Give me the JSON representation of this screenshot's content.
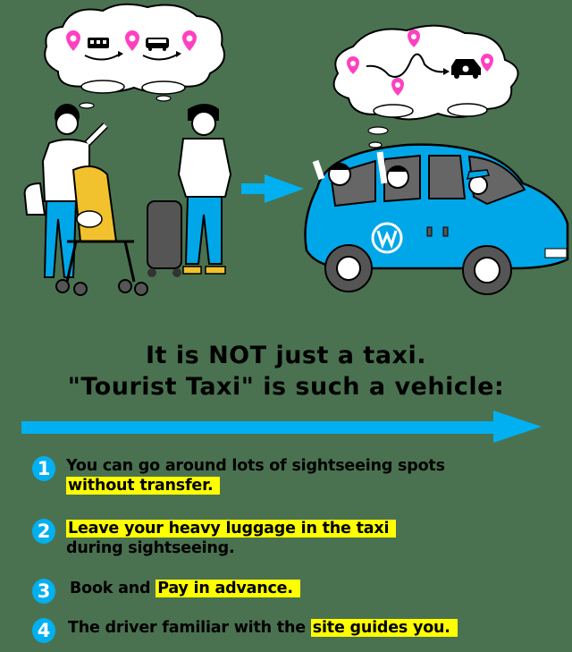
{
  "colors": {
    "background": "#4a7250",
    "accent_blue": "#00b0f0",
    "highlight_yellow": "#ffff00",
    "pin_pink": "#ff40c0",
    "stroller_yellow": "#f2c12e"
  },
  "illustration": {
    "left_scene": {
      "description": "Family with stroller and man with suitcase looking confused",
      "thought_bubble_icons": [
        "location-pin-icon",
        "train-icon",
        "location-pin-icon",
        "bus-icon",
        "location-pin-icon"
      ]
    },
    "transition_arrow": "arrow-right-icon",
    "right_scene": {
      "description": "Happy tourists waving from blue tourist taxi van with driver",
      "thought_bubble_icons": [
        "location-pin-icon",
        "location-pin-icon",
        "location-pin-icon",
        "taxi-van-icon",
        "location-pin-icon"
      ],
      "van_logo": "W"
    }
  },
  "headline": {
    "line1": "It is NOT just a taxi.",
    "line2": "\"Tourist Taxi\" is such a vehicle:"
  },
  "features": [
    {
      "number": "1",
      "plain_before": "You can go around lots of sightseeing spots",
      "highlight": "without transfer.",
      "plain_after": ""
    },
    {
      "number": "2",
      "plain_before": "",
      "highlight": "Leave your heavy luggage in the taxi",
      "plain_after": "during sightseeing."
    },
    {
      "number": "3",
      "plain_before": "Book and ",
      "highlight": "Pay in advance.",
      "plain_after": ""
    },
    {
      "number": "4",
      "plain_before": "The driver familiar with the ",
      "highlight": "site guides you.",
      "plain_after": ""
    }
  ]
}
